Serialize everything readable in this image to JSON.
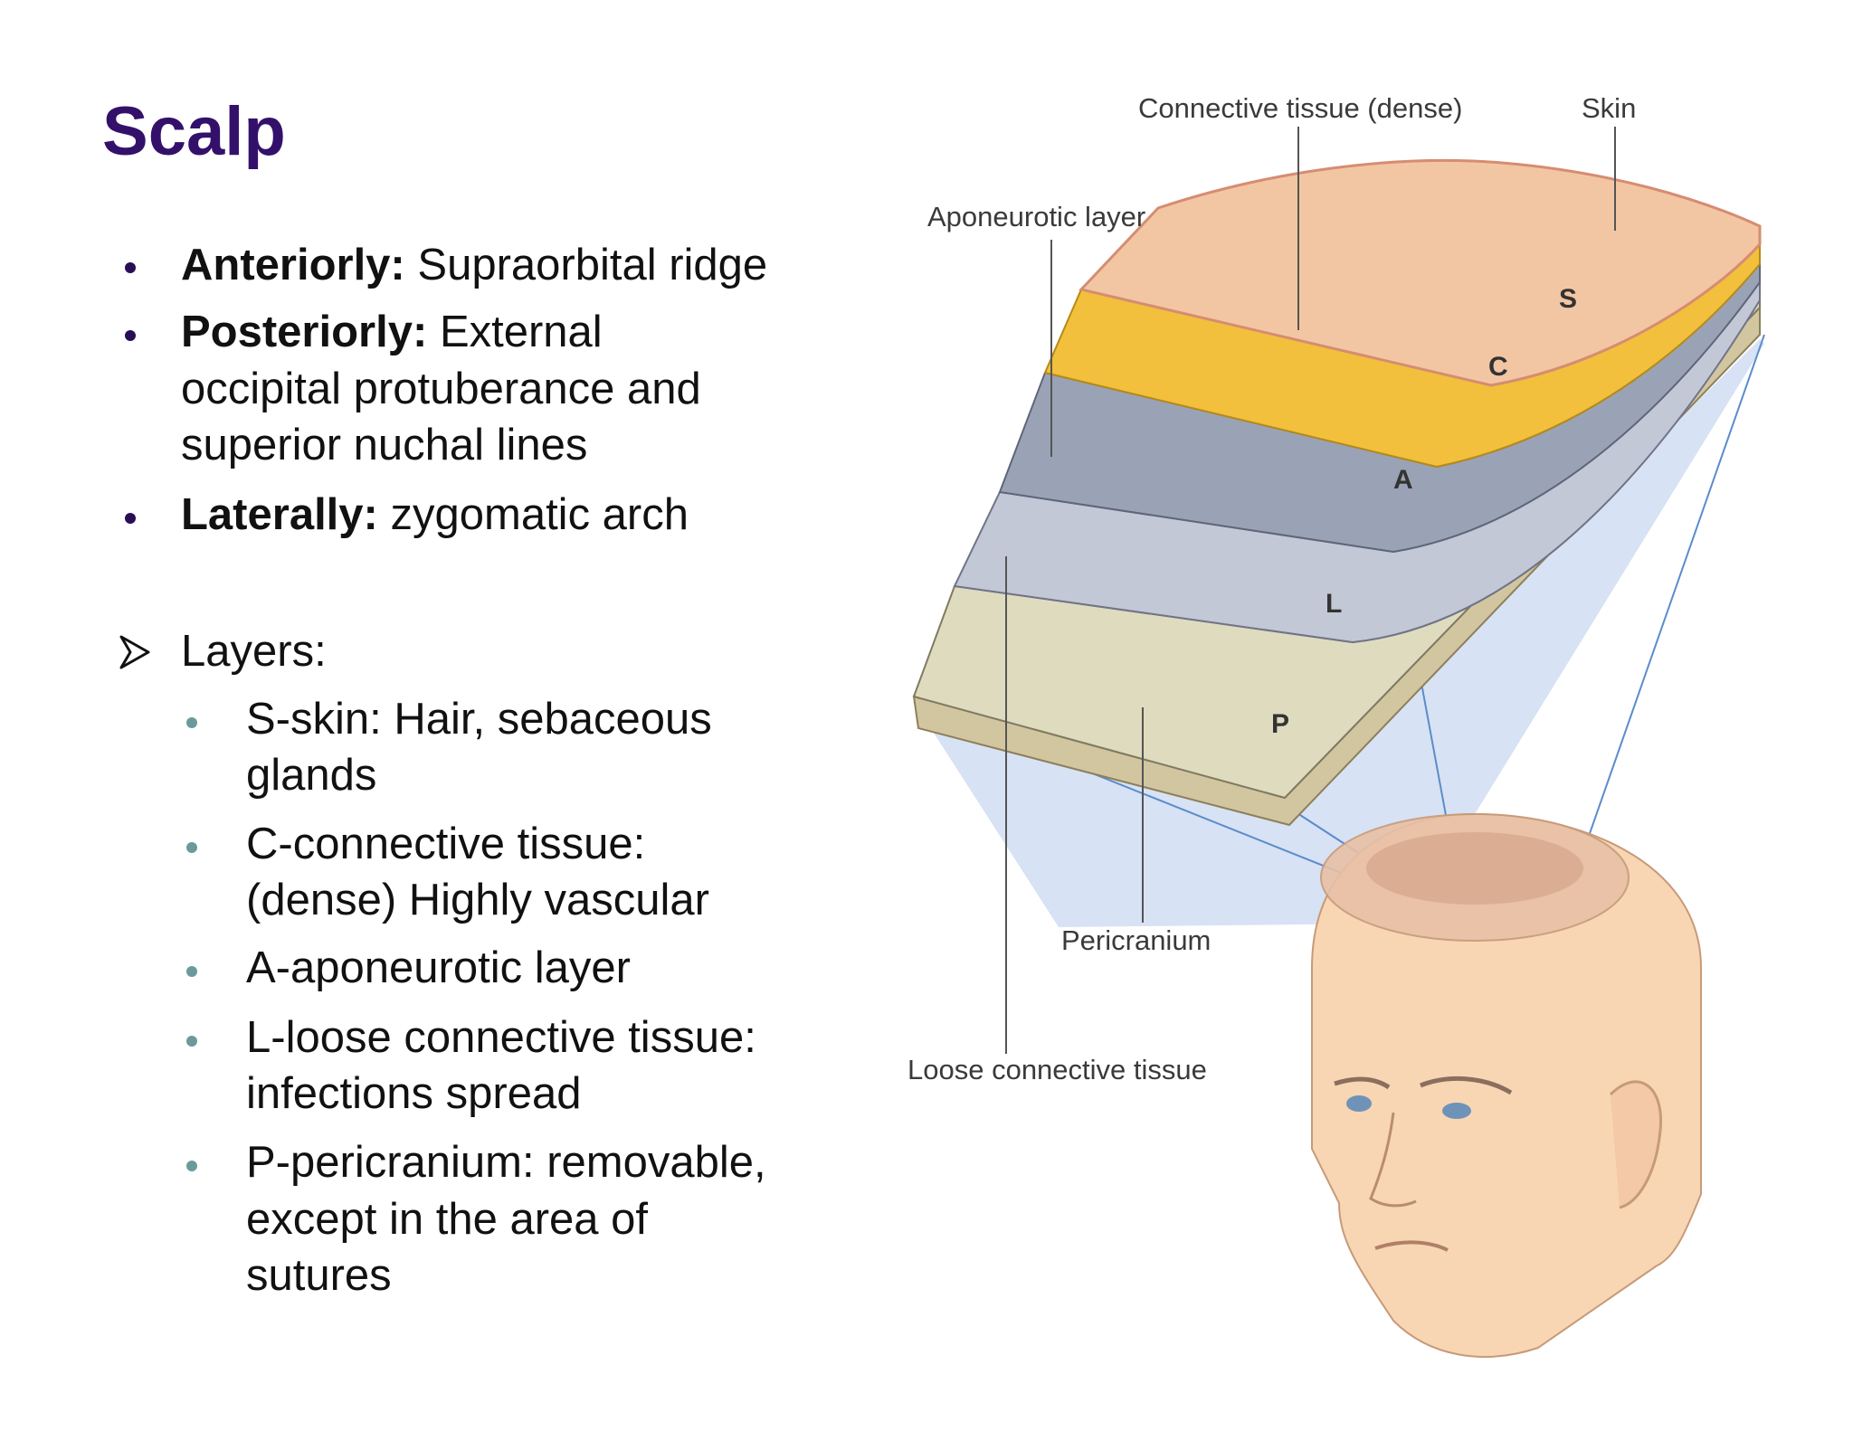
{
  "title": "Scalp",
  "bullets": [
    {
      "label": "Anteriorly:",
      "lines": [
        "Supraorbital ridge"
      ]
    },
    {
      "label": "Posteriorly:",
      "lines": [
        "External",
        "occipital protuberance and",
        "superior nuchal lines"
      ]
    },
    {
      "label": "Laterally:",
      "lines": [
        "zygomatic arch"
      ]
    }
  ],
  "layers": {
    "heading": "Layers:",
    "items": [
      {
        "lines": [
          "S-skin: Hair, sebaceous",
          "glands"
        ]
      },
      {
        "lines": [
          "C-connective tissue:",
          "(dense) Highly vascular"
        ]
      },
      {
        "lines": [
          "A-aponeurotic layer"
        ]
      },
      {
        "lines": [
          "L-loose connective tissue:",
          "infections spread"
        ]
      },
      {
        "lines": [
          "P-pericranium: removable,",
          "except in the area of",
          "sutures"
        ]
      }
    ]
  },
  "diagram": {
    "labels": {
      "connective_dense": "Connective tissue (dense)",
      "skin": "Skin",
      "aponeurotic": "Aponeurotic layer",
      "pericranium": "Pericranium",
      "loose": "Loose connective tissue"
    },
    "letters": {
      "s": "S",
      "c": "C",
      "a": "A",
      "l": "L",
      "p": "P"
    },
    "colors": {
      "skin": "#f3c6a3",
      "dense": "#f2c03c",
      "aponeurotic": "#9aa3b6",
      "loose": "#c3c8d6",
      "pericranium": "#dfdbbf",
      "bone": "#d2c6a0",
      "bluewash": "#c9d8f0",
      "face": "#f8d6b3"
    }
  }
}
